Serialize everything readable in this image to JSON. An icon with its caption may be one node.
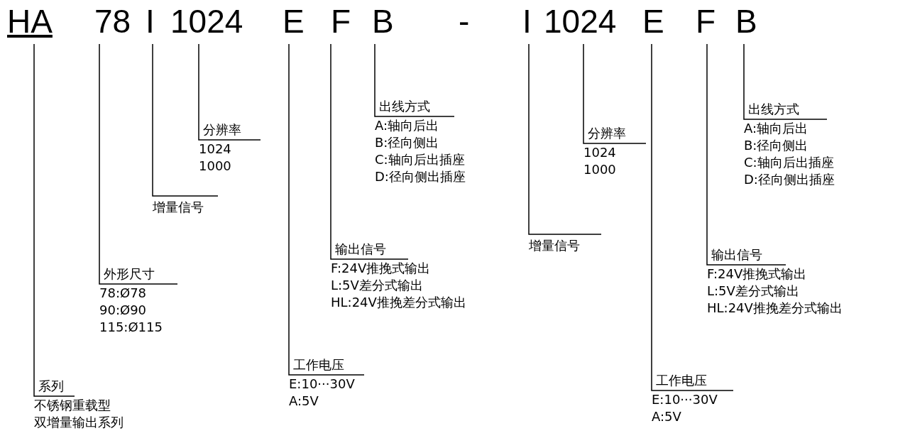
{
  "diagram": {
    "nodes": [
      {
        "text": [
          "HA"
        ]
      },
      {
        "text": [
          "78"
        ]
      },
      {
        "text": [
          "I"
        ]
      },
      {
        "text": [
          "1024"
        ]
      },
      {
        "text": [
          "E"
        ]
      },
      {
        "text": [
          "F"
        ]
      },
      {
        "text": [
          "B"
        ]
      },
      {
        "text": [
          "I"
        ]
      },
      {
        "text": [
          "1024"
        ]
      },
      {
        "text": [
          "E"
        ]
      },
      {
        "text": [
          "F"
        ]
      },
      {
        "text": [
          "B"
        ]
      },
      {
        "text": [
          "系列",
          "不锈钢重载型",
          "双增量输出系列"
        ]
      },
      {
        "text": [
          "外形尺寸",
          "78:Ø78",
          "90:Ø90",
          "115:Ø115"
        ]
      },
      {
        "text": [
          "增量信号"
        ]
      },
      {
        "text": [
          "分辨率",
          "1024",
          "1000"
        ]
      },
      {
        "text": [
          "工作电压",
          "E:10···30V",
          "A:5V"
        ]
      },
      {
        "text": [
          "输出信号",
          "F:24V推挽式输出",
          "L:5V差分式输出",
          "HL:24V推挽差分式输出"
        ]
      },
      {
        "text": [
          "出线方式",
          "A:轴向后出",
          "B:径向侧出",
          "C:轴向后出插座",
          "D:径向侧出插座"
        ]
      },
      {
        "text": [
          "增量信号"
        ]
      },
      {
        "text": [
          "分辨率",
          "1024",
          "1000"
        ]
      },
      {
        "text": [
          "工作电压",
          "E:10···30V",
          "A:5V"
        ]
      },
      {
        "text": [
          "输出信号",
          "F:24V推挽式输出",
          "L:5V差分式输出",
          "HL:24V推挽差分式输出"
        ]
      },
      {
        "text": [
          "出线方式",
          "A:轴向后出",
          "B:径向侧出",
          "C:轴向后出插座",
          "D:径向侧出插座"
        ]
      }
    ],
    "edges": [
      {
        "from": 12,
        "to": 0,
        "arrow": "none"
      },
      {
        "from": 13,
        "to": 1,
        "arrow": "none"
      },
      {
        "from": 14,
        "to": 2,
        "arrow": "none"
      },
      {
        "from": 15,
        "to": 3,
        "arrow": "none"
      },
      {
        "from": 16,
        "to": 4,
        "arrow": "none"
      },
      {
        "from": 17,
        "to": 5,
        "arrow": "none"
      },
      {
        "from": 18,
        "to": 6,
        "arrow": "none"
      },
      {
        "from": 19,
        "to": 7,
        "arrow": "none"
      },
      {
        "from": 20,
        "to": 8,
        "arrow": "none"
      },
      {
        "from": 21,
        "to": 9,
        "arrow": "none"
      },
      {
        "from": 22,
        "to": 10,
        "arrow": "none"
      },
      {
        "from": 23,
        "to": 11,
        "arrow": "none"
      }
    ],
    "labels": [
      "-"
    ]
  }
}
